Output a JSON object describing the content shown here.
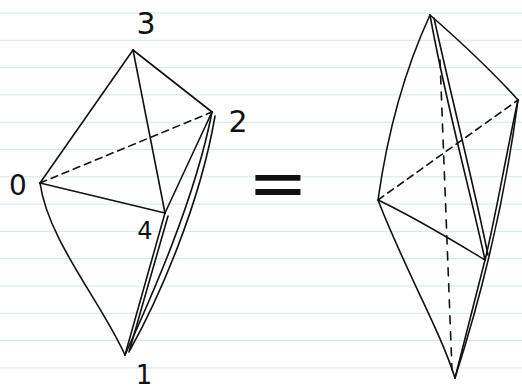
{
  "diagram": {
    "labels": [
      "3",
      "2",
      "0",
      "4",
      "1",
      "="
    ]
  }
}
